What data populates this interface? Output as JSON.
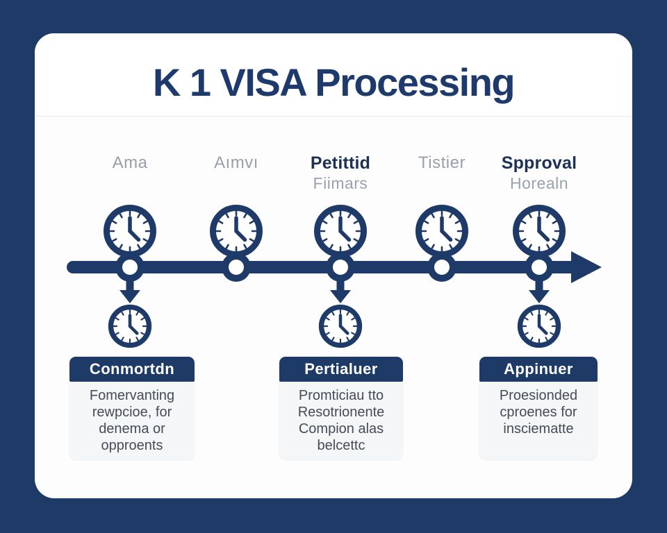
{
  "title": "K 1 VISA Processing",
  "colors": {
    "background": "#1e3a66",
    "card": "#fdfdfe",
    "navy_graphic": "#1d3a68",
    "title_text": "#1e3a6c",
    "label_gray": "#98a0ac",
    "label_emphasis_navy": "#1d3154",
    "box_header_bg": "#1e3a66",
    "box_header_text": "#ffffff",
    "box_body_bg": "#f5f6f8",
    "box_body_text": "#454b57"
  },
  "timeline": {
    "direction": "left-to-right-arrow",
    "milestones": [
      {
        "label": "Ama",
        "sublabel": "",
        "emphasized": false,
        "clock_above": true,
        "clock_below": true
      },
      {
        "label": "Aımvı",
        "sublabel": "",
        "emphasized": false,
        "clock_above": true,
        "clock_below": false
      },
      {
        "label": "Petittid",
        "sublabel": "Fiimars",
        "emphasized": true,
        "clock_above": true,
        "clock_below": true
      },
      {
        "label": "Tistier",
        "sublabel": "",
        "emphasized": false,
        "clock_above": true,
        "clock_below": false
      },
      {
        "label": "Spproval",
        "sublabel": "Horealn",
        "emphasized": true,
        "clock_above": true,
        "clock_below": true
      }
    ]
  },
  "boxes": [
    {
      "header": "Conmortdn",
      "lines": [
        "Fomervanting",
        "rewpcioe, for",
        "denema or",
        "opproents"
      ]
    },
    {
      "header": "Pertialuer",
      "lines": [
        "Promticiau tto",
        "Resotrionente",
        "Compion alas",
        "belcettc"
      ]
    },
    {
      "header": "Appinuer",
      "lines": [
        "Proesionded",
        "cproenes for",
        "insciematte",
        ""
      ]
    }
  ],
  "icons": {
    "clock": "clock-icon",
    "timeline_arrow": "arrow-right-icon",
    "down_arrow": "arrow-down-icon"
  }
}
